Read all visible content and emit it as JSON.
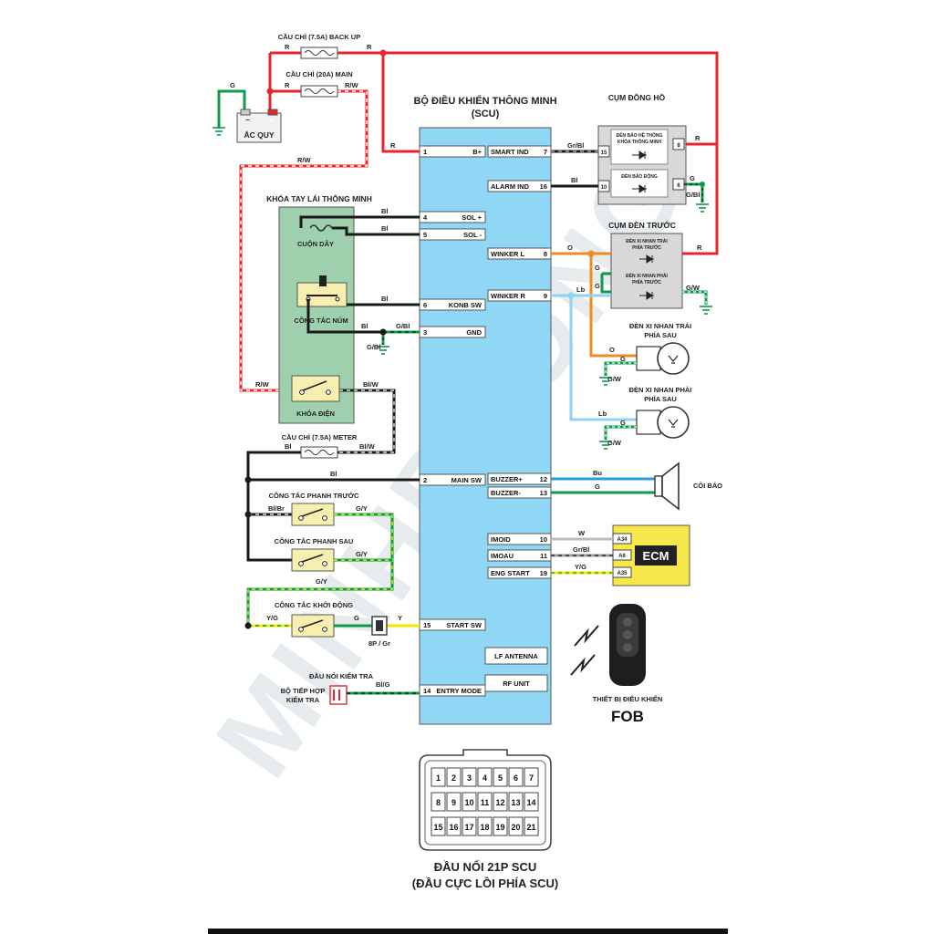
{
  "scu": {
    "title_line1": "BỘ ĐIỀU KHIỂN THÔNG MINH",
    "title_line2": "(SCU)",
    "left_pins": [
      {
        "num": "1",
        "name": "B+"
      },
      {
        "num": "4",
        "name": "SOL +"
      },
      {
        "num": "5",
        "name": "SOL -"
      },
      {
        "num": "6",
        "name": "KONB SW"
      },
      {
        "num": "3",
        "name": "GND"
      },
      {
        "num": "2",
        "name": "MAIN SW"
      },
      {
        "num": "15",
        "name": "START SW"
      },
      {
        "num": "14",
        "name": "ENTRY MODE"
      }
    ],
    "right_pins": [
      {
        "num": "7",
        "name": "SMART IND"
      },
      {
        "num": "16",
        "name": "ALARM IND"
      },
      {
        "num": "8",
        "name": "WINKER L"
      },
      {
        "num": "9",
        "name": "WINKER R"
      },
      {
        "num": "12",
        "name": "BUZZER+"
      },
      {
        "num": "13",
        "name": "BUZZER-"
      },
      {
        "num": "10",
        "name": "IMOID"
      },
      {
        "num": "11",
        "name": "IMOAU"
      },
      {
        "num": "19",
        "name": "ENG START"
      }
    ],
    "internal": [
      "LF ANTENNA",
      "RF UNIT"
    ]
  },
  "fuses": {
    "backup": "CẦU CHÌ (7.5A) BACK UP",
    "main": "CẦU CHÌ (20A) MAIN",
    "meter": "CẦU CHÌ (7.5A) METER"
  },
  "battery": {
    "label": "ẮC QUY"
  },
  "lock": {
    "title": "KHÓA TAY LÁI THÔNG MINH",
    "coil": "CUỘN DÂY",
    "knob": "CÔNG TẮC NÚM",
    "ignition": "KHÓA ĐIỆN"
  },
  "switches": {
    "front_brake": "CÔNG TẮC PHANH TRƯỚC",
    "rear_brake": "CÔNG TẮC PHANH SAU",
    "start": "CÔNG TẮC KHỞI ĐỘNG",
    "connector_8p": "8P / Gr"
  },
  "test": {
    "connector": "ĐẦU NỐI KIỂM TRA",
    "adapter_line1": "BỘ TIẾP HỢP",
    "adapter_line2": "KIỂM TRA"
  },
  "meter": {
    "title": "CỤM ĐỒNG HỒ",
    "smart_line1": "ĐÈN BÁO HỆ THỐNG",
    "smart_line2": "KHÓA THÔNG MINH",
    "alarm": "ĐÈN BÁO ĐỘNG",
    "pins": [
      "15",
      "10",
      "8",
      "6"
    ]
  },
  "front_lights": {
    "title": "CỤM ĐÈN TRƯỚC",
    "left_line1": "ĐÈN XI NHAN TRÁI",
    "left_line2": "PHÍA TRƯỚC",
    "right_line1": "ĐÈN XI NHAN PHẢI",
    "right_line2": "PHÍA TRƯỚC"
  },
  "rear_lights": {
    "left_line1": "ĐÈN XI NHAN TRÁI",
    "left_line2": "PHÍA SAU",
    "right_line1": "ĐÈN XI NHAN PHẢI",
    "right_line2": "PHÍA SAU"
  },
  "buzzer": {
    "label": "CÒI BÁO"
  },
  "ecm": {
    "label": "ECM",
    "pins": [
      "A34",
      "A6",
      "A35"
    ]
  },
  "fob": {
    "line1": "THIẾT BỊ ĐIỀU KHIỂN",
    "line2": "FOB"
  },
  "wire_colors": {
    "R": "R",
    "R_W": "R/W",
    "G": "G",
    "Bl": "Bl",
    "Gr_Bl": "Gr/Bl",
    "G_Bl": "G/Bl",
    "Bl_W": "Bl/W",
    "Bl_Br": "Bl/Br",
    "G_Y": "G/Y",
    "Y_G": "Y/G",
    "Y": "Y",
    "O": "O",
    "Lb": "Lb",
    "G_W": "G/W",
    "Bu": "Bu",
    "W": "W",
    "Bl_G": "Bl/G"
  },
  "connector21": {
    "rows": [
      [
        "1",
        "2",
        "3",
        "4",
        "5",
        "6",
        "7"
      ],
      [
        "8",
        "9",
        "10",
        "11",
        "12",
        "13",
        "14"
      ],
      [
        "15",
        "16",
        "17",
        "18",
        "19",
        "20",
        "21"
      ]
    ],
    "caption_line1": "ĐẦU NỐI 21P SCU",
    "caption_line2": "(ĐẦU CỰC LỒI PHÍA SCU)"
  },
  "watermark": "MINHPHONG",
  "colors": {
    "red": "#e8242e",
    "black": "#1a1a1a",
    "green": "#0e9a4a",
    "yellow": "#f3e600",
    "orange": "#f08a24",
    "lightblue": "#8fd2f2",
    "blue": "#2a9be0",
    "gray": "#9a9a9a",
    "scu": "#8fd7f4",
    "lock_panel": "#9ed0ad",
    "comp": "#f7efb0",
    "ecm": "#f6e84a"
  }
}
